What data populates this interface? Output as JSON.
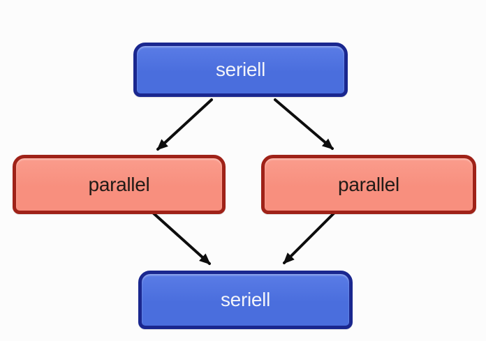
{
  "diagram": {
    "nodes": {
      "top": {
        "label": "seriell",
        "kind": "serial"
      },
      "left": {
        "label": "parallel",
        "kind": "parallel"
      },
      "right": {
        "label": "parallel",
        "kind": "parallel"
      },
      "bottom": {
        "label": "seriell",
        "kind": "serial"
      }
    },
    "edges": [
      {
        "from": "top",
        "to": "left"
      },
      {
        "from": "top",
        "to": "right"
      },
      {
        "from": "left",
        "to": "bottom"
      },
      {
        "from": "right",
        "to": "bottom"
      }
    ],
    "colors": {
      "background": "#fcfcfc",
      "serial_fill": "#4a6edd",
      "serial_fill_light": "#5a7ce6",
      "serial_border": "#1a278f",
      "serial_text": "#f3f5fb",
      "parallel_fill": "#f88f7e",
      "parallel_fill_light": "#fa9c8c",
      "parallel_border": "#9f2218",
      "parallel_text": "#221b17",
      "arrow": "#0d0d0d"
    }
  }
}
